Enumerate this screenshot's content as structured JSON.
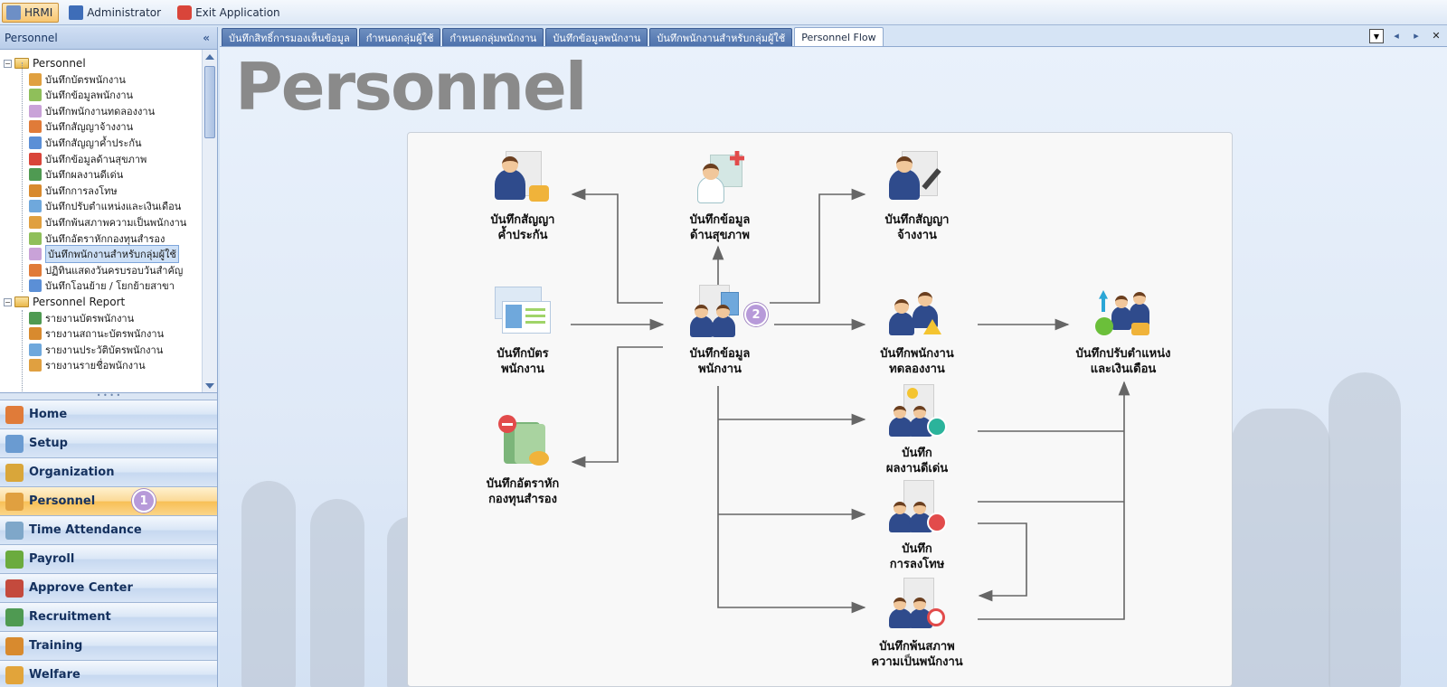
{
  "topbar": {
    "items": [
      {
        "label": "HRMI"
      },
      {
        "label": "Administrator"
      },
      {
        "label": "Exit Application"
      }
    ]
  },
  "left_panel": {
    "title": "Personnel",
    "collapse_glyph": "«",
    "tree": [
      {
        "label": "Personnel",
        "group": true
      },
      {
        "label": "บันทึกบัตรพนักงาน"
      },
      {
        "label": "บันทึกข้อมูลพนักงาน"
      },
      {
        "label": "บันทึกพนักงานทดลองงาน"
      },
      {
        "label": "บันทึกสัญญาจ้างงาน"
      },
      {
        "label": "บันทึกสัญญาค้ำประกัน"
      },
      {
        "label": "บันทึกข้อมูลด้านสุขภาพ"
      },
      {
        "label": "บันทึกผลงานดีเด่น"
      },
      {
        "label": "บันทึกการลงโทษ"
      },
      {
        "label": "บันทึกปรับตำแหน่งและเงินเดือน"
      },
      {
        "label": "บันทึกพ้นสภาพความเป็นพนักงาน"
      },
      {
        "label": "บันทึกอัตราหักกองทุนสำรอง"
      },
      {
        "label": "บันทึกพนักงานสำหรับกลุ่มผู้ใช้",
        "selected": true
      },
      {
        "label": "ปฏิทินแสดงวันครบรอบวันสำคัญ"
      },
      {
        "label": "บันทึกโอนย้าย / โยกย้ายสาขา"
      },
      {
        "label": "Personnel Report",
        "group": true
      },
      {
        "label": "รายงานบัตรพนักงาน"
      },
      {
        "label": "รายงานสถานะบัตรพนักงาน"
      },
      {
        "label": "รายงานประวัติบัตรพนักงาน"
      },
      {
        "label": "รายงานรายชื่อพนักงาน"
      }
    ],
    "nav": [
      {
        "label": "Home",
        "color": "#e07b39"
      },
      {
        "label": "Setup",
        "color": "#6a9bd1"
      },
      {
        "label": "Organization",
        "color": "#d9a63a"
      },
      {
        "label": "Personnel",
        "color": "#e0a040",
        "active": true
      },
      {
        "label": "Time Attendance",
        "color": "#7fa7c9"
      },
      {
        "label": "Payroll",
        "color": "#6bab3e"
      },
      {
        "label": "Approve Center",
        "color": "#c44a3d"
      },
      {
        "label": "Recruitment",
        "color": "#4f9a52"
      },
      {
        "label": "Training",
        "color": "#d88a2e"
      },
      {
        "label": "Welfare",
        "color": "#e2a43a"
      }
    ],
    "personnel_badge": "1"
  },
  "tabs": [
    {
      "label": "บันทึกสิทธิ์การมองเห็นข้อมูล"
    },
    {
      "label": "กำหนดกลุ่มผู้ใช้"
    },
    {
      "label": "กำหนดกลุ่มพนักงาน"
    },
    {
      "label": "บันทึกข้อมูลพนักงาน"
    },
    {
      "label": "บันทึกพนักงานสำหรับกลุ่มผู้ใช้"
    },
    {
      "label": "Personnel Flow",
      "active": true
    }
  ],
  "content": {
    "title": "Personnel",
    "flow": {
      "contract_guarantee": "บันทึกสัญญา|ค้ำประกัน",
      "health": "บันทึกข้อมูล|ด้านสุขภาพ",
      "contract_employ": "บันทึกสัญญา|จ้างงาน",
      "employee_card": "บันทึกบัตร|พนักงาน",
      "employee_info": "บันทึกข้อมูล|พนักงาน",
      "employee_info_badge": "2",
      "probation": "บันทึกพนักงาน|ทดลองงาน",
      "adjust_salary": "บันทึกปรับตำแหน่ง|และเงินเดือน",
      "provident_fund": "บันทึกอัตราหัก|กองทุนสำรอง",
      "performance": "บันทึก|ผลงานดีเด่น",
      "punishment": "บันทึก|การลงโทษ",
      "termination": "บันทึกพ้นสภาพ|ความเป็นพนักงาน"
    }
  },
  "colors": {
    "accent": "#b79ad9",
    "tab_bg": "#5a7db5",
    "nav_active": "#f8bf55"
  }
}
